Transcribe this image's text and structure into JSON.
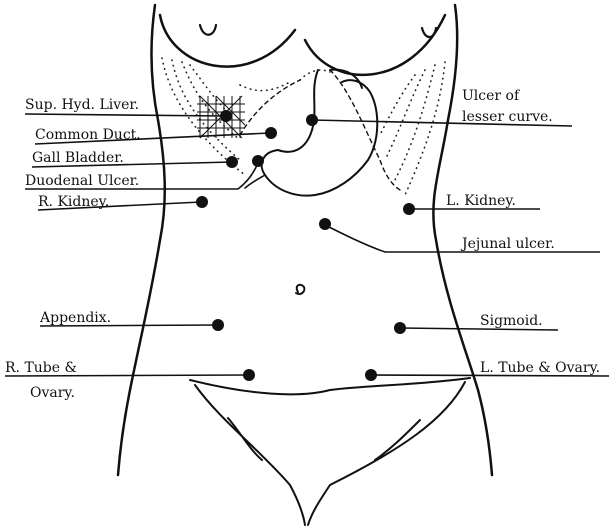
{
  "labels": {
    "sup_hyd_liver": "Sup. Hyd. Liver.",
    "common_duct": "Common Duct.",
    "gall_bladder": "Gall Bladder.",
    "duodenal_ulcer": "Duodenal Ulcer.",
    "r_kidney": "R. Kidney.",
    "ulcer_lesser_curve_1": "Ulcer of",
    "ulcer_lesser_curve_2": "lesser curve.",
    "l_kidney": "L. Kidney.",
    "jejunal_ulcer": "Jejunal ulcer.",
    "appendix": "Appendix.",
    "sigmoid": "Sigmoid.",
    "r_tube_ovary_1": "R. Tube &",
    "r_tube_ovary_2": "Ovary.",
    "l_tube_ovary": "L. Tube & Ovary."
  }
}
